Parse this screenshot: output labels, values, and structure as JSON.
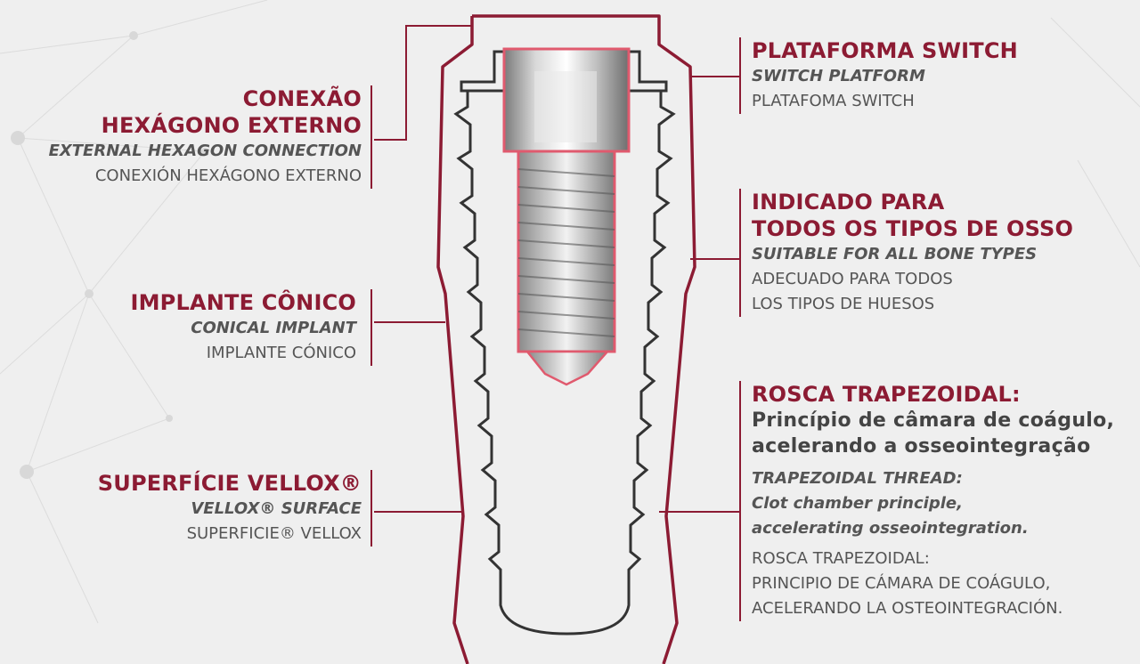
{
  "colors": {
    "accent": "#8c1b33",
    "text": "#555555",
    "background": "#efefef"
  },
  "labels": {
    "connection": {
      "title": [
        "CONEXÃO",
        "HEXÁGONO EXTERNO"
      ],
      "en": "EXTERNAL HEXAGON CONNECTION",
      "es": "CONEXIÓN HEXÁGONO EXTERNO"
    },
    "conical": {
      "title": "IMPLANTE CÔNICO",
      "en": "CONICAL IMPLANT",
      "es": "IMPLANTE  CÓNICO"
    },
    "vellox": {
      "title": "SUPERFÍCIE VELLOX®",
      "en": "VELLOX® SURFACE",
      "es": "SUPERFICIE® VELLOX"
    },
    "platform": {
      "title": "PLATAFORMA SWITCH",
      "en": "SWITCH PLATFORM",
      "es": "PLATAFOMA SWITCH"
    },
    "bone": {
      "title": [
        "INDICADO PARA",
        "TODOS OS TIPOS DE OSSO"
      ],
      "en": "SUITABLE FOR ALL BONE TYPES",
      "es": [
        "ADECUADO PARA TODOS",
        "LOS TIPOS DE HUESOS"
      ]
    },
    "thread": {
      "title": "ROSCA TRAPEZOIDAL:",
      "subtitle": [
        "Princípio de câmara de coágulo,",
        "acelerando a osseointegração"
      ],
      "en": [
        "TRAPEZOIDAL THREAD:",
        "Clot chamber principle,",
        "accelerating osseointegration."
      ],
      "es": [
        "ROSCA TRAPEZOIDAL:",
        "PRINCIPIO DE CÁMARA DE COÁGULO,",
        "ACELERANDO LA OSTEOINTEGRACIÓN."
      ]
    }
  }
}
